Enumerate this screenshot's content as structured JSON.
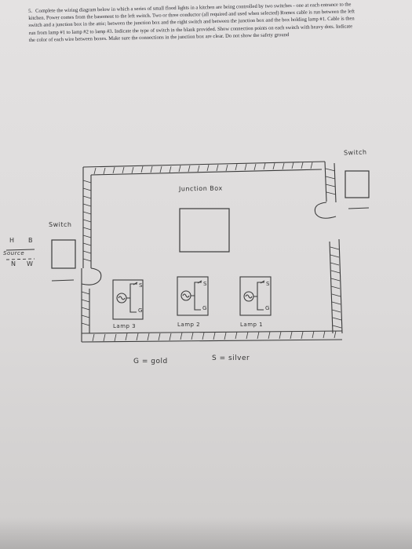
{
  "instructions": {
    "number": "5.",
    "text": "Complete the wiring diagram below in which a series of small flood lights in a kitchen are being controlled by two switches - one at each entrance to the kitchen. Power comes from the basement to the left switch. Two or three conductor (all required and used when selected) Romex cable is run between the left switch and a junction box in the attic; between the junction box and the right switch and between the junction box and the box holding lamp #1. Cable is then run from lamp #1 to lamp #2 to lamp #3. Indicate the type of switch in the blank provided. Show connection points on each switch with heavy dots. Indicate the color of each wire between boxes. Make sure the connections in the junction box are clear. Do not show the safety ground"
  },
  "labels": {
    "switch_right": "Switch",
    "switch_left": "Switch",
    "junction_box": "Junction Box",
    "hot": "H",
    "black": "B",
    "source": "Source",
    "neutral": "N",
    "white": "W",
    "lamp3": "Lamp 3",
    "lamp2": "Lamp 2",
    "lamp1": "Lamp 1",
    "terminal_s": "S",
    "terminal_g": "G",
    "legend_gold": "G = gold",
    "legend_silver": "S = silver"
  },
  "colors": {
    "ink": "#3a3a3a",
    "paper": "#dedcdc"
  }
}
